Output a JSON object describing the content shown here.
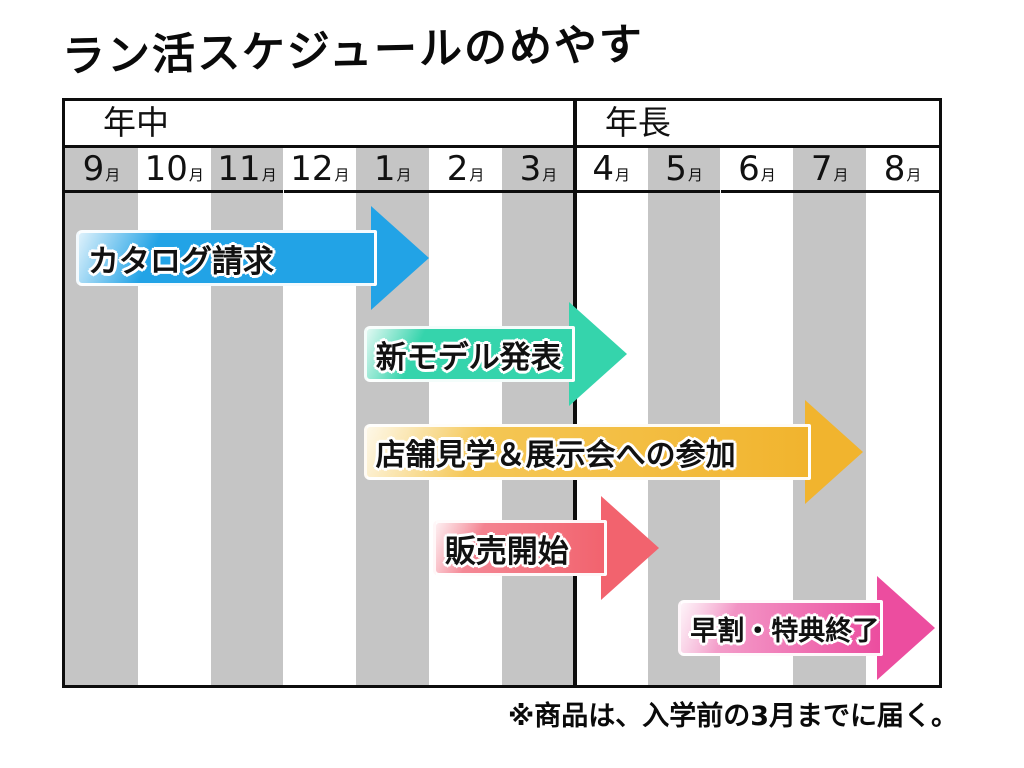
{
  "title": "ラン活スケジュールのめやす",
  "note": "※商品は、入学前の3月までに届く。",
  "colors": {
    "stripe_gray": "#c5c5c5",
    "border_black": "#0d0d0d",
    "task_blue": "#22a3e6",
    "task_teal": "#35d4ac",
    "task_orange": "#f1b42e",
    "task_red": "#f2636e",
    "task_pink": "#ec4d9f",
    "task_pink_light": "#f5aed3"
  },
  "table": {
    "sections": [
      {
        "label": "年中",
        "months_span": 7
      },
      {
        "label": "年長",
        "months_span": 5
      }
    ],
    "months": [
      {
        "num": "9",
        "unit": "月"
      },
      {
        "num": "10",
        "unit": "月"
      },
      {
        "num": "11",
        "unit": "月"
      },
      {
        "num": "12",
        "unit": "月"
      },
      {
        "num": "1",
        "unit": "月"
      },
      {
        "num": "2",
        "unit": "月"
      },
      {
        "num": "3",
        "unit": "月"
      },
      {
        "num": "4",
        "unit": "月"
      },
      {
        "num": "5",
        "unit": "月"
      },
      {
        "num": "6",
        "unit": "月"
      },
      {
        "num": "7",
        "unit": "月"
      },
      {
        "num": "8",
        "unit": "月"
      }
    ]
  },
  "chart_data": {
    "type": "bar",
    "variant": "gantt-schedule",
    "title": "ラン活スケジュールのめやす",
    "x_axis": {
      "unit": "month",
      "ticks": [
        "9月",
        "10月",
        "11月",
        "12月",
        "1月",
        "2月",
        "3月",
        "4月",
        "5月",
        "6月",
        "7月",
        "8月"
      ],
      "groups": [
        {
          "label": "年中",
          "from_tick": "9月",
          "to_tick": "3月"
        },
        {
          "label": "年長",
          "from_tick": "4月",
          "to_tick": "8月"
        }
      ]
    },
    "tasks": [
      {
        "label": "カタログ請求",
        "start_col": 0.15,
        "end_col": 5.0,
        "start_month": "9月",
        "end_month": "1月",
        "color": "#22a3e6",
        "color_light": "#22a3e6"
      },
      {
        "label": "新モデル発表",
        "start_col": 4.1,
        "end_col": 7.72,
        "start_month": "1月",
        "end_month": "4月",
        "color": "#35d4ac",
        "color_light": "#35d4ac"
      },
      {
        "label": "店舗見学＆展示会への参加",
        "start_col": 4.1,
        "end_col": 10.95,
        "start_month": "1月",
        "end_month": "7月",
        "color": "#f1b42e",
        "color_light": "#f6cd62"
      },
      {
        "label": "販売開始",
        "start_col": 5.05,
        "end_col": 8.15,
        "start_month": "2月",
        "end_month": "5月",
        "color": "#f2636e",
        "color_light": "#f58f9d"
      },
      {
        "label": "早割・特典終了",
        "start_col": 8.42,
        "end_col": 11.95,
        "start_month": "5月",
        "end_month": "8月",
        "color": "#ec4d9f",
        "color_light": "#f5aed3"
      }
    ],
    "footnote": "※商品は、入学前の3月までに届く。"
  }
}
